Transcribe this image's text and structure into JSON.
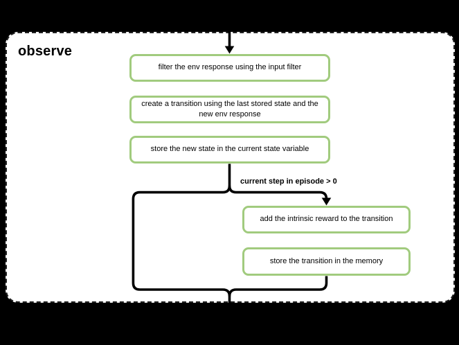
{
  "title": "observe",
  "nodes": [
    {
      "label": "filter the env response using the input filter"
    },
    {
      "label": "create a transition using the last stored state and the\nnew env response"
    },
    {
      "label": "store the new state in the current state variable"
    },
    {
      "label": "add the intrinsic reward to the transition"
    },
    {
      "label": "store the transition in the memory"
    }
  ],
  "edges": {
    "condition_label": "current step in episode > 0"
  },
  "colors": {
    "node_border": "#a1cb7e",
    "panel_background": "#ffffff",
    "panel_border_dash": "#222222",
    "line": "#000000",
    "page_background": "#000000"
  }
}
